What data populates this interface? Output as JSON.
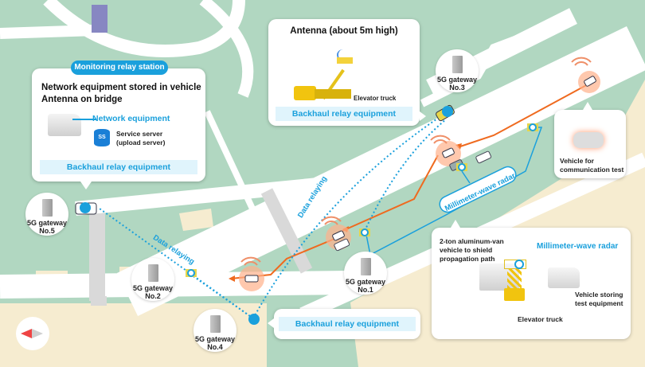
{
  "colors": {
    "park_green": "#b1d7c1",
    "sand": "#f6ecd0",
    "road": "#ffffff",
    "accent_blue": "#1aa0dc",
    "link_orange": "#ef6a1f",
    "pillar_gray": "#d9d9d9",
    "building_purple": "#8787c2"
  },
  "monitoring_station": {
    "badge": "Monitoring relay station",
    "title_line1": "Network equipment stored in vehicle",
    "title_line2": "Antenna on bridge",
    "network_equipment_label": "Network equipment",
    "server_icon_text": "SS",
    "server_label_line1": "Service server",
    "server_label_line2": "(upload server)",
    "backhaul_label": "Backhaul relay equipment"
  },
  "antenna_callout": {
    "title": "Antenna (about 5m high)",
    "truck_label": "Elevator truck",
    "backhaul_label": "Backhaul relay equipment"
  },
  "test_vehicle_callout": {
    "label_line1": "Vehicle for",
    "label_line2": "communication test"
  },
  "radar_callout": {
    "van_label_line1": "2-ton aluminum-van",
    "van_label_line2": "vehicle to shield",
    "van_label_line3": "propagation path",
    "radar_label": "Millimeter-wave radar",
    "storing_label_line1": "Vehicle storing",
    "storing_label_line2": "test equipment",
    "elevator_label": "Elevator truck"
  },
  "backhaul_bottom": {
    "label": "Backhaul relay equipment"
  },
  "gateways": [
    {
      "line1": "5G gateway",
      "line2": "No.1"
    },
    {
      "line1": "5G gateway",
      "line2": "No.2"
    },
    {
      "line1": "5G gateway",
      "line2": "No.3"
    },
    {
      "line1": "5G gateway",
      "line2": "No.4"
    },
    {
      "line1": "5G gateway",
      "line2": "No.5"
    }
  ],
  "path_labels": {
    "data_relaying_left": "Data relaying",
    "data_relaying_center": "Data relaying",
    "radar_pill": "Millimeter-wave radar"
  },
  "icons": {
    "compass": "compass-icon",
    "gateway": "gateway-device-icon",
    "wifi": "wifi-signal-icon",
    "car": "car-icon",
    "van": "van-icon",
    "server": "database-icon",
    "truck": "elevator-truck-icon",
    "relay_node": "relay-node-icon",
    "radar_node": "radar-node-icon"
  }
}
